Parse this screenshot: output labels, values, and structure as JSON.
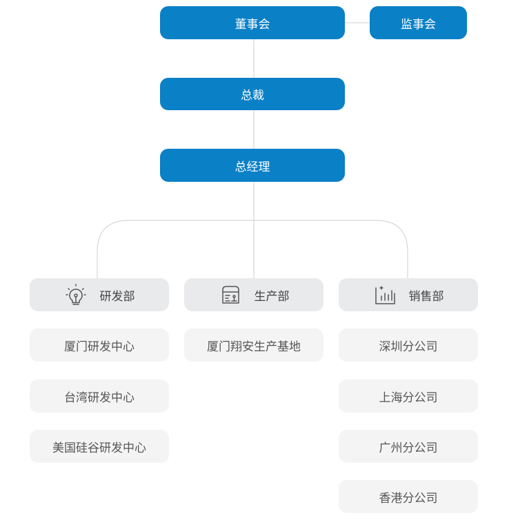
{
  "top": {
    "board": "董事会",
    "supervisors": "监事会",
    "president": "总裁",
    "gm": "总经理"
  },
  "departments": [
    {
      "label": "研发部",
      "icon": "lightbulb-icon",
      "units": [
        "厦门研发中心",
        "台湾研发中心",
        "美国硅谷研发中心"
      ]
    },
    {
      "label": "生产部",
      "icon": "production-icon",
      "units": [
        "厦门翔安生产基地"
      ]
    },
    {
      "label": "销售部",
      "icon": "chart-growth-icon",
      "units": [
        "深圳分公司",
        "上海分公司",
        "广州分公司",
        "香港分公司"
      ]
    }
  ],
  "colors": {
    "primary": "#0a80c6",
    "dept_bg": "#e9eaec",
    "unit_bg": "#f4f4f5",
    "line": "#cfcfcf"
  }
}
